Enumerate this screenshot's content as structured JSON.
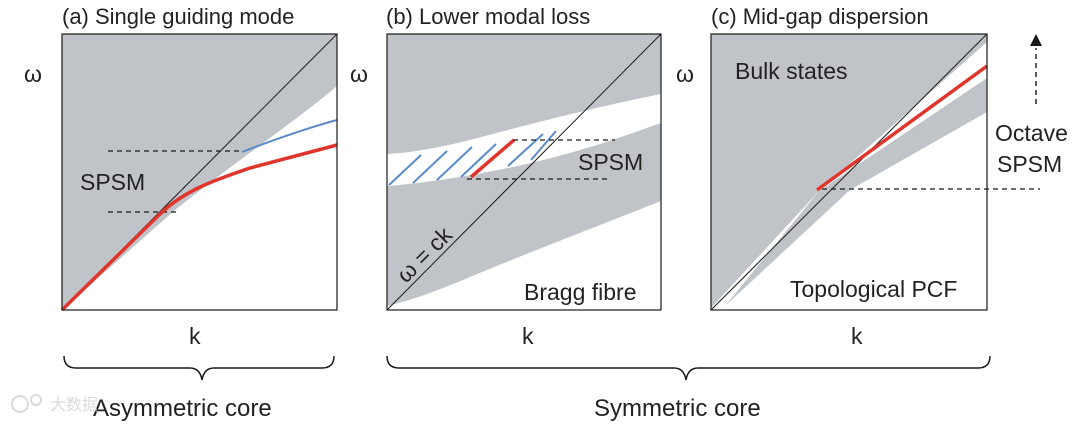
{
  "panels": [
    {
      "title": "(a) Single guiding mode",
      "xlabel": "k",
      "ylabel": "ω",
      "spsm_label": "SPSM"
    },
    {
      "title": "(b) Lower modal loss",
      "xlabel": "k",
      "ylabel": "ω",
      "spsm_label": "SPSM",
      "lightline_label": "ω = ck",
      "fibre_label": "Bragg fibre"
    },
    {
      "title": "(c) Mid-gap dispersion",
      "xlabel": "k",
      "ylabel": "ω",
      "bulk_label": "Bulk states",
      "fibre_label": "Topological PCF",
      "octave_label_1": "Octave",
      "octave_label_2": "SPSM"
    }
  ],
  "braces": {
    "asymmetric": "Asymmetric core",
    "symmetric": "Symmetric core"
  },
  "watermark": "大数据",
  "colors": {
    "bulk": "#c0c3c8",
    "mode": "#e0342c",
    "lossy_mode": "#5b8bc6",
    "frame": "#1a1a1a",
    "text": "#222222"
  }
}
